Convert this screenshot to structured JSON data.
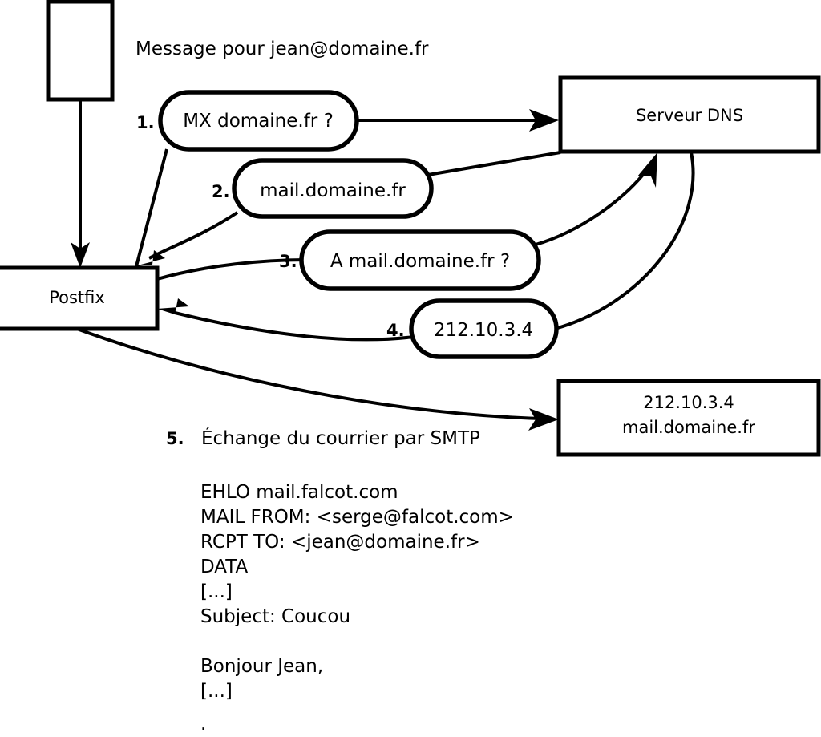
{
  "diagram": {
    "title": "Message pour jean@domaine.fr",
    "nodes": {
      "source_box": {
        "label": ""
      },
      "postfix": {
        "label": "Postfix"
      },
      "dns_server": {
        "label": "Serveur DNS"
      },
      "mail_server": {
        "line1": "212.10.3.4",
        "line2": "mail.domaine.fr"
      }
    },
    "steps": [
      {
        "num": "1.",
        "bubble": "MX domaine.fr ?"
      },
      {
        "num": "2.",
        "bubble": "mail.domaine.fr"
      },
      {
        "num": "3.",
        "bubble": "A mail.domaine.fr ?"
      },
      {
        "num": "4.",
        "bubble": "212.10.3.4"
      }
    ],
    "step5": {
      "num": "5.",
      "caption": "Échange du courrier par SMTP"
    },
    "smtp_transcript": [
      "EHLO mail.falcot.com",
      "MAIL FROM: <serge@falcot.com>",
      "RCPT TO: <jean@domaine.fr>",
      "DATA",
      "[...]",
      "Subject: Coucou",
      "",
      "Bonjour Jean,",
      "[...]",
      "."
    ],
    "colors": {
      "stroke": "#000000",
      "fill": "#ffffff"
    }
  }
}
